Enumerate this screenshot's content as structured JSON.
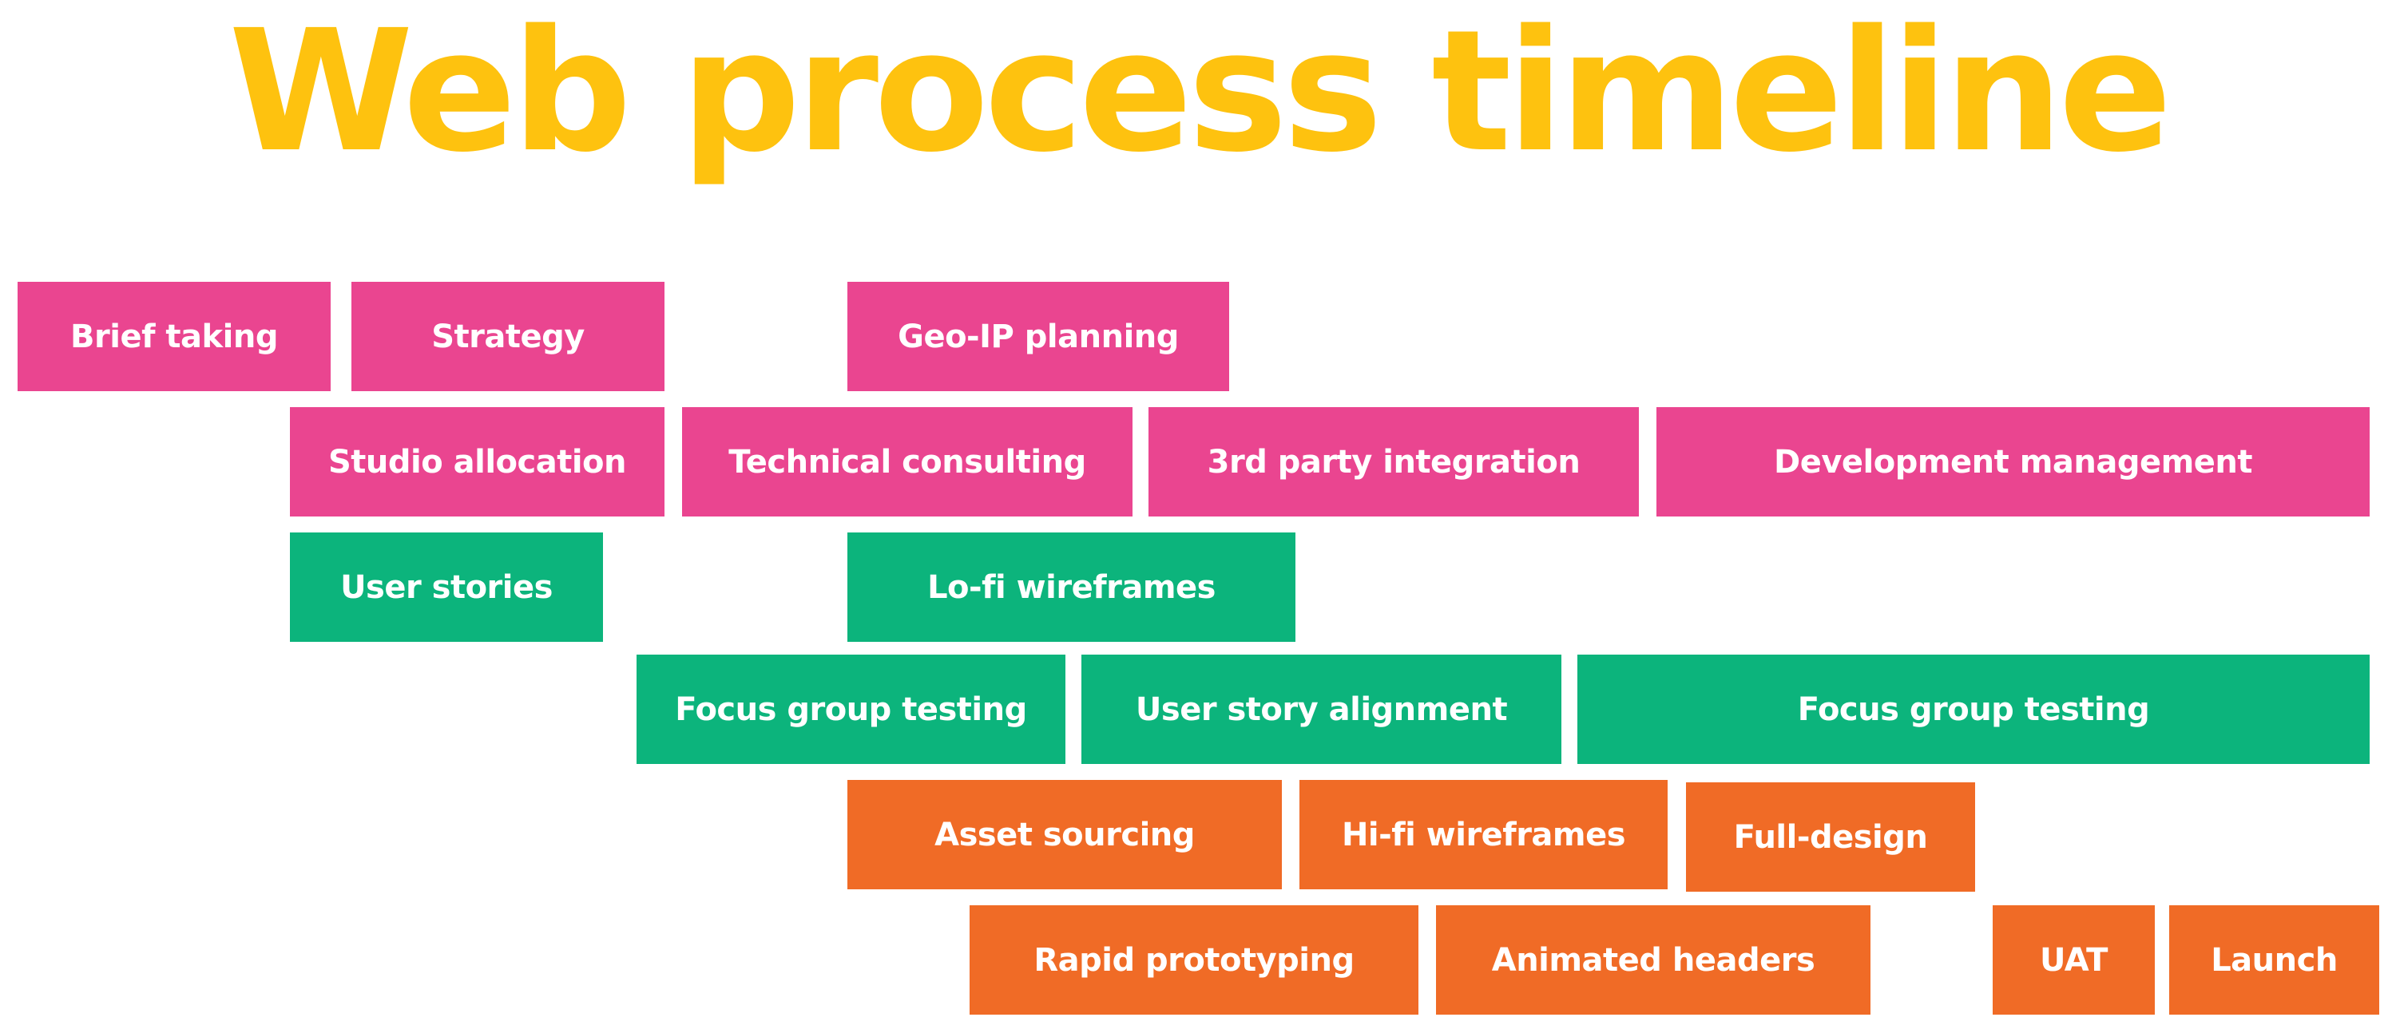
{
  "title": "Web process timeline",
  "colors": {
    "title": "#fec20f",
    "strategy_phase": "#ea4590",
    "ux_phase": "#0cb47c",
    "design_phase": "#f06b26",
    "task_text": "#ffffff"
  },
  "tasks": {
    "brief_taking": "Brief taking",
    "strategy": "Strategy",
    "geo_ip_planning": "Geo-IP planning",
    "studio_allocation": "Studio allocation",
    "technical_consulting": "Technical consulting",
    "third_party_integration": "3rd party integration",
    "development_management": "Development management",
    "user_stories": "User stories",
    "lofi_wireframes": "Lo-fi wireframes",
    "focus_group_testing_1": "Focus group testing",
    "user_story_alignment": "User story alignment",
    "focus_group_testing_2": "Focus group testing",
    "asset_sourcing": "Asset sourcing",
    "hifi_wireframes": "Hi-fi wireframes",
    "full_design": "Full-design",
    "rapid_prototyping": "Rapid prototyping",
    "animated_headers": "Animated headers",
    "uat": "UAT",
    "launch": "Launch"
  }
}
